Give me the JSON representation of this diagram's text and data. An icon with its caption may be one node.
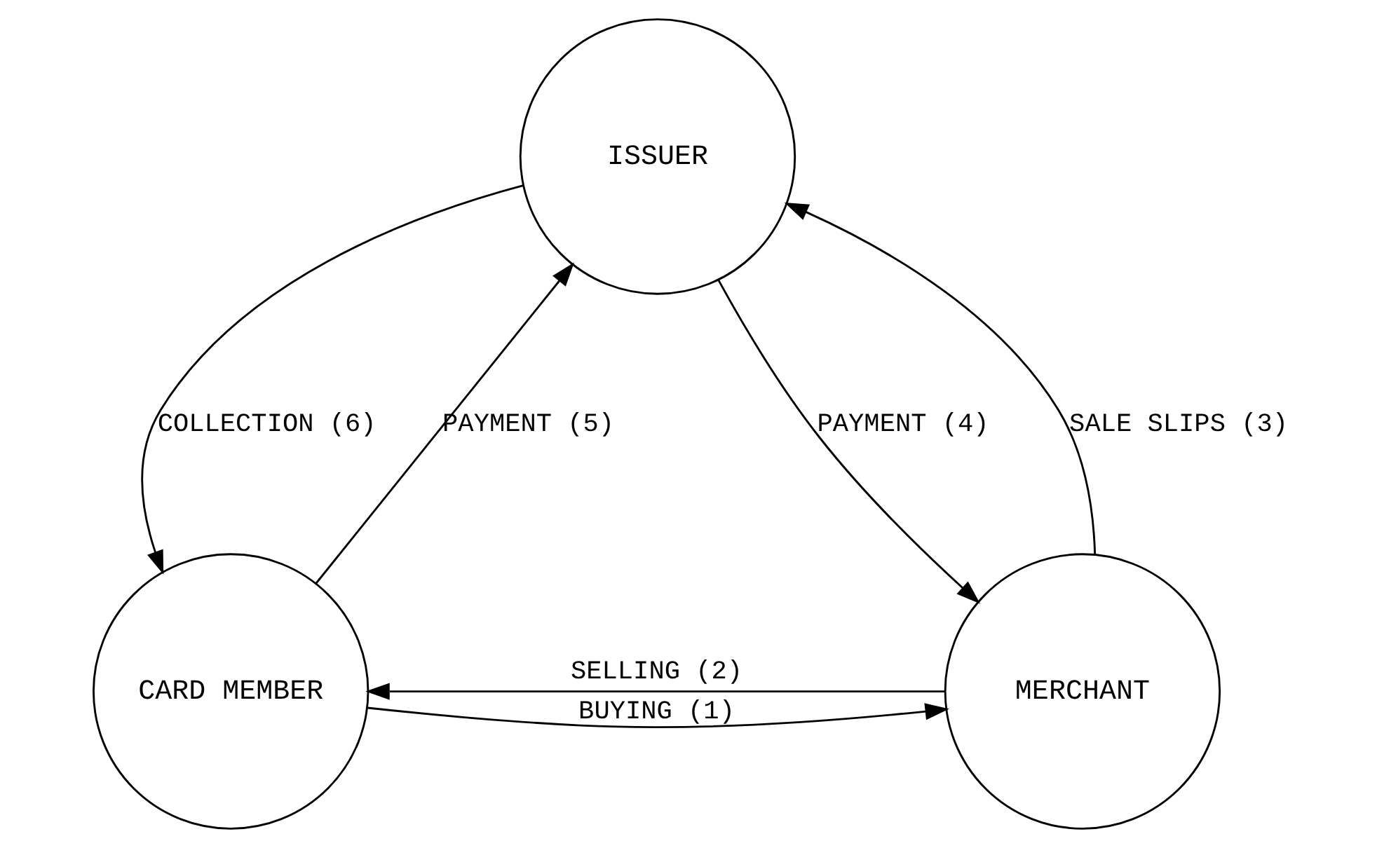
{
  "diagram": {
    "nodes": [
      {
        "text": [
          "ISSUER"
        ]
      },
      {
        "text": [
          "CARD MEMBER"
        ]
      },
      {
        "text": [
          "MERCHANT"
        ]
      }
    ],
    "edges": [
      {
        "from": 1,
        "to": 2,
        "arrow": "to",
        "label": "BUYING (1)"
      },
      {
        "from": 2,
        "to": 1,
        "arrow": "to",
        "label": "SELLING (2)"
      },
      {
        "from": 2,
        "to": 0,
        "arrow": "to",
        "label": "SALE SLIPS (3)"
      },
      {
        "from": 0,
        "to": 2,
        "arrow": "to",
        "label": "PAYMENT (4)"
      },
      {
        "from": 1,
        "to": 0,
        "arrow": "to",
        "label": "PAYMENT (5)"
      },
      {
        "from": 0,
        "to": 1,
        "arrow": "to",
        "label": "COLLECTION (6)"
      }
    ]
  }
}
